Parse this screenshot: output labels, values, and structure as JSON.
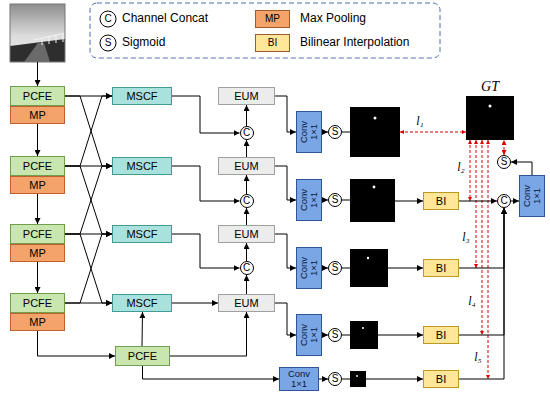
{
  "diagram": {
    "nodes": [
      {
        "text": [
          "PCFE"
        ]
      },
      {
        "text": [
          "MP"
        ]
      },
      {
        "text": [
          "PCFE"
        ]
      },
      {
        "text": [
          "MP"
        ]
      },
      {
        "text": [
          "PCFE"
        ]
      },
      {
        "text": [
          "MP"
        ]
      },
      {
        "text": [
          "PCFE"
        ]
      },
      {
        "text": [
          "MP"
        ]
      },
      {
        "text": [
          "MSCF"
        ]
      },
      {
        "text": [
          "MSCF"
        ]
      },
      {
        "text": [
          "MSCF"
        ]
      },
      {
        "text": [
          "MSCF"
        ]
      },
      {
        "text": [
          "PCFE"
        ]
      },
      {
        "text": [
          "EUM"
        ]
      },
      {
        "text": [
          "EUM"
        ]
      },
      {
        "text": [
          "EUM"
        ]
      },
      {
        "text": [
          "EUM"
        ]
      },
      {
        "text": [
          "C"
        ]
      },
      {
        "text": [
          "C"
        ]
      },
      {
        "text": [
          "C"
        ]
      },
      {
        "text": [
          "Conv 1×1"
        ]
      },
      {
        "text": [
          "Conv 1×1"
        ]
      },
      {
        "text": [
          "Conv 1×1"
        ]
      },
      {
        "text": [
          "Conv 1×1"
        ]
      },
      {
        "text": [
          "Conv 1×1"
        ]
      },
      {
        "text": [
          "S"
        ]
      },
      {
        "text": [
          "S"
        ]
      },
      {
        "text": [
          "S"
        ]
      },
      {
        "text": [
          "S"
        ]
      },
      {
        "text": [
          "S"
        ]
      },
      {
        "text": [
          "BI"
        ]
      },
      {
        "text": [
          "BI"
        ]
      },
      {
        "text": [
          "BI"
        ]
      },
      {
        "text": [
          "BI"
        ]
      },
      {
        "text": [
          "GT"
        ]
      },
      {
        "text": [
          "S"
        ]
      },
      {
        "text": [
          "Conv 1×1"
        ]
      },
      {
        "text": [
          "C"
        ]
      }
    ],
    "edges": [
      {
        "from": 1,
        "to": 2,
        "arrow": "to"
      },
      {
        "from": 3,
        "to": 4,
        "arrow": "to"
      },
      {
        "from": 5,
        "to": 6,
        "arrow": "to"
      },
      {
        "from": 7,
        "to": 12,
        "arrow": "to"
      },
      {
        "from": 0,
        "to": 8,
        "arrow": "to"
      },
      {
        "from": 0,
        "to": 9,
        "arrow": "to"
      },
      {
        "from": 2,
        "to": 8,
        "arrow": "to"
      },
      {
        "from": 2,
        "to": 9,
        "arrow": "to"
      },
      {
        "from": 2,
        "to": 10,
        "arrow": "to"
      },
      {
        "from": 4,
        "to": 9,
        "arrow": "to"
      },
      {
        "from": 4,
        "to": 10,
        "arrow": "to"
      },
      {
        "from": 4,
        "to": 11,
        "arrow": "to"
      },
      {
        "from": 6,
        "to": 10,
        "arrow": "to"
      },
      {
        "from": 6,
        "to": 11,
        "arrow": "to"
      },
      {
        "from": 12,
        "to": 11,
        "arrow": "to"
      },
      {
        "from": 8,
        "to": 17,
        "arrow": "to"
      },
      {
        "from": 9,
        "to": 18,
        "arrow": "to"
      },
      {
        "from": 10,
        "to": 19,
        "arrow": "to"
      },
      {
        "from": 11,
        "to": 16,
        "arrow": "to"
      },
      {
        "from": 17,
        "to": 13,
        "arrow": "to"
      },
      {
        "from": 18,
        "to": 14,
        "arrow": "to"
      },
      {
        "from": 19,
        "to": 15,
        "arrow": "to"
      },
      {
        "from": 14,
        "to": 17,
        "arrow": "to"
      },
      {
        "from": 15,
        "to": 18,
        "arrow": "to"
      },
      {
        "from": 16,
        "to": 19,
        "arrow": "to"
      },
      {
        "from": 12,
        "to": 16,
        "arrow": "to"
      },
      {
        "from": 13,
        "to": 20,
        "arrow": "to"
      },
      {
        "from": 14,
        "to": 21,
        "arrow": "to"
      },
      {
        "from": 15,
        "to": 22,
        "arrow": "to"
      },
      {
        "from": 16,
        "to": 23,
        "arrow": "to"
      },
      {
        "from": 12,
        "to": 24,
        "arrow": "to"
      },
      {
        "from": 20,
        "to": 25,
        "arrow": "to"
      },
      {
        "from": 21,
        "to": 26,
        "arrow": "to"
      },
      {
        "from": 22,
        "to": 27,
        "arrow": "to"
      },
      {
        "from": 23,
        "to": 28,
        "arrow": "to"
      },
      {
        "from": 24,
        "to": 29,
        "arrow": "to"
      },
      {
        "from": 30,
        "to": 37,
        "arrow": "to"
      },
      {
        "from": 31,
        "to": 37,
        "arrow": "to"
      },
      {
        "from": 32,
        "to": 37,
        "arrow": "to"
      },
      {
        "from": 33,
        "to": 37,
        "arrow": "to"
      },
      {
        "from": 37,
        "to": 36,
        "arrow": "to"
      },
      {
        "from": 36,
        "to": 35,
        "arrow": "to"
      },
      {
        "from": 35,
        "to": 34,
        "arrow": "both"
      }
    ],
    "labels": [
      "C",
      "MP",
      "S",
      "BI",
      "l₁",
      "l₂",
      "l₃",
      "l₄",
      "l₅"
    ],
    "legend": [
      {
        "text": "Channel Concat"
      },
      {
        "text": "Max Pooling",
        "color": "#f4a46a"
      },
      {
        "text": "Sigmoid"
      },
      {
        "text": "Bilinear Interpolation",
        "color": "#ffe699"
      }
    ]
  }
}
